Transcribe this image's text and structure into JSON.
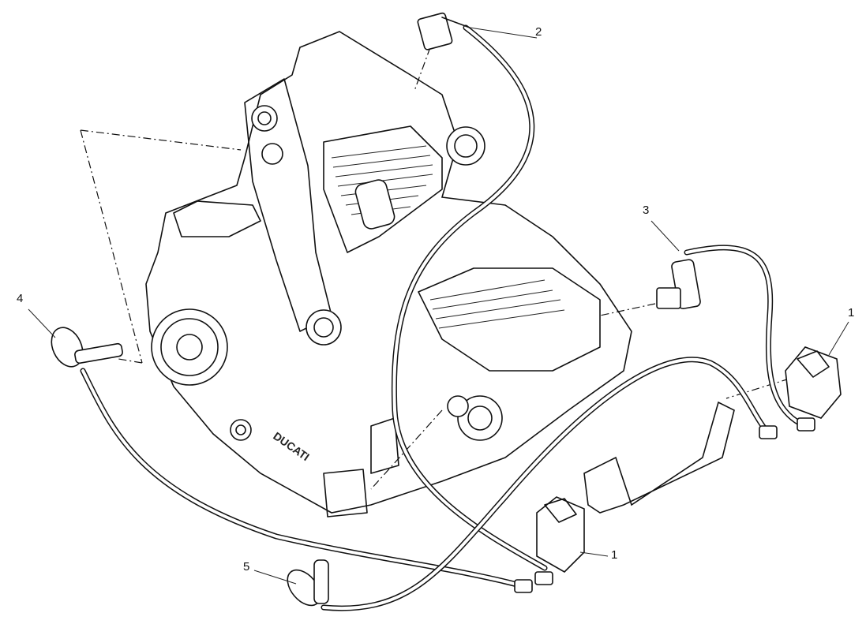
{
  "diagram": {
    "subject": "ignition-coils-and-spark-plug-leads",
    "callouts": [
      {
        "id": "callout-2",
        "text": "2"
      },
      {
        "id": "callout-3",
        "text": "3"
      },
      {
        "id": "callout-4",
        "text": "4"
      },
      {
        "id": "callout-1a",
        "text": "1"
      },
      {
        "id": "callout-1b",
        "text": "1"
      },
      {
        "id": "callout-5",
        "text": "5"
      }
    ],
    "logo_text": "DUCATI"
  }
}
